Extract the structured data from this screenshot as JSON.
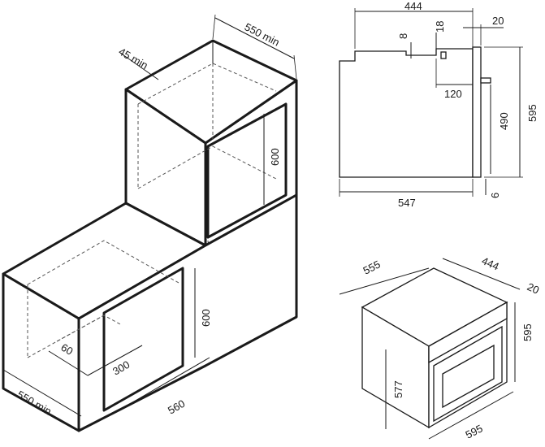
{
  "dimensions": {
    "upper_depth": "550 min",
    "upper_gap": "45 min",
    "upper_height": "600",
    "upper_width": "560",
    "lower_height": "600",
    "lower_width": "560",
    "lower_depth": "550 min",
    "lower_vent_a": "60",
    "lower_vent_b": "300",
    "side_total_depth": "444",
    "side_front_thickness": "20",
    "side_offset_18": "18",
    "side_offset_8": "8",
    "side_120": "120",
    "side_height_490": "490",
    "side_height_595": "595",
    "side_bottom_6": "6",
    "side_width_547": "547",
    "iso_depth_555": "555",
    "iso_depth_444": "444",
    "iso_front_20": "20",
    "iso_height_595": "595",
    "iso_height_577": "577",
    "iso_width_595": "595"
  }
}
